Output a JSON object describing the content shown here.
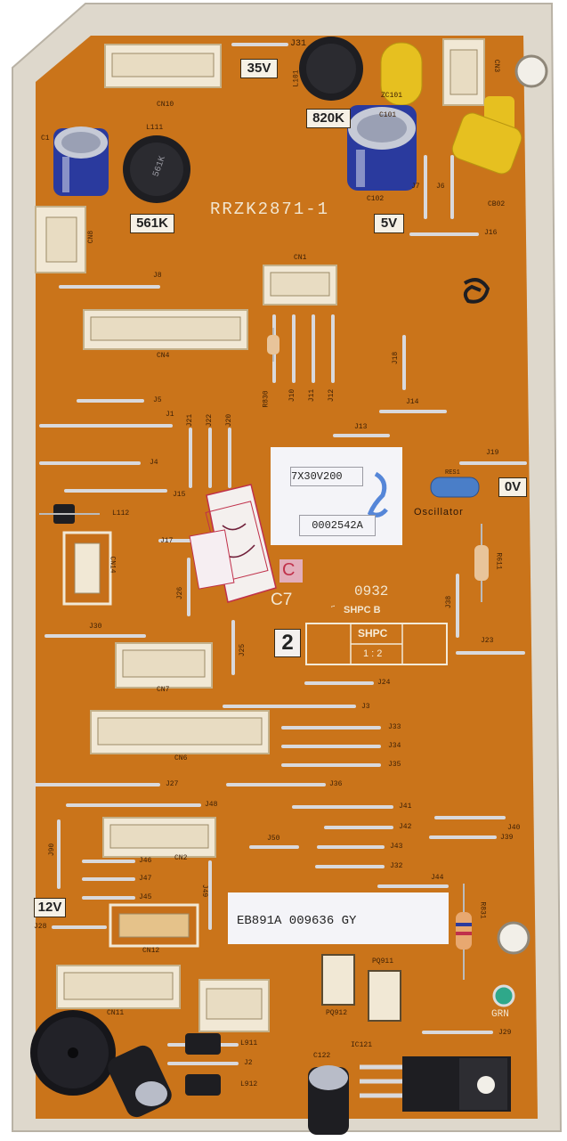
{
  "board": {
    "model": "RRZK2871-1",
    "sticker_top": "7X30V200",
    "sticker_serial": "0002542A",
    "sticker_bottom": "EB891A  009636 GY",
    "date_code": "0932",
    "shpc_mark": "SHPC B",
    "shpc_box": "SHPC",
    "shpc_ratio": "1 : 2",
    "stamp_c": "C",
    "stamp_c7": "C7",
    "stamp_2": "2",
    "ul_mark": "҃"
  },
  "voltage_labels": {
    "v35": "35V",
    "v820k": "820K",
    "v561k": "561K",
    "v5": "5V",
    "v0": "0V",
    "v12": "12V"
  },
  "silkscreen": {
    "j31": "J31",
    "cn10": "CN10",
    "cn3": "CN3",
    "l101": "L101",
    "zc101": "ZC101",
    "c101": "C101",
    "l111": "L111",
    "c1": "C1",
    "c102": "C102",
    "j7": "J7",
    "j6": "J6",
    "cb02": "CB02",
    "j16": "J16",
    "cn8": "CN8",
    "j8": "J8",
    "cn1": "CN1",
    "cn4": "CN4",
    "r830": "R830",
    "j10": "J10",
    "j11": "J11",
    "j12": "J12",
    "j18": "J18",
    "j5": "J5",
    "j14": "J14",
    "j1": "J1",
    "j21": "J21",
    "j22": "J22",
    "j20": "J20",
    "j13": "J13",
    "j4": "J4",
    "j19": "J19",
    "res1": "RES1",
    "oscillator": "Oscillator",
    "l112": "L112",
    "j15": "J15",
    "j17": "J17",
    "cn14": "CN14",
    "r611": "R611",
    "j26": "J26",
    "j38": "J38",
    "j30": "J30",
    "j25": "J25",
    "j23": "J23",
    "cn7": "CN7",
    "j24": "J24",
    "j3": "J3",
    "cn6": "CN6",
    "j33": "J33",
    "j34": "J34",
    "j35": "J35",
    "j27": "J27",
    "j36": "J36",
    "j48": "J48",
    "j41": "J41",
    "j42": "J42",
    "j40": "J40",
    "j39": "J39",
    "cn2": "CN2",
    "j50": "J50",
    "j43": "J43",
    "j46": "J46",
    "j32": "J32",
    "j47": "J47",
    "j44": "J44",
    "j90": "J90",
    "j45": "J45",
    "j49": "J49",
    "r831": "R831",
    "j28": "J28",
    "cn12": "CN12",
    "cn11": "CN11",
    "pq911": "PQ911",
    "pq912": "PQ912",
    "grn": "GRN",
    "l911": "L911",
    "j2": "J2",
    "l912": "L912",
    "c122": "C122",
    "ic121": "IC121",
    "j29": "J29"
  },
  "colors": {
    "board_fill": "#c66f19",
    "board_edge": "#ded8cc",
    "jumper": "#d9d9dc",
    "capacitor_blue": "#2a3a9e",
    "inductor_black": "#1e1e22",
    "yellow_cap": "#e6c020",
    "sticker_white": "#f4f4f8",
    "stamp_red": "#c0304a",
    "stamp_pink": "#d8a0c8",
    "osc_blue": "#4a7ec8"
  }
}
